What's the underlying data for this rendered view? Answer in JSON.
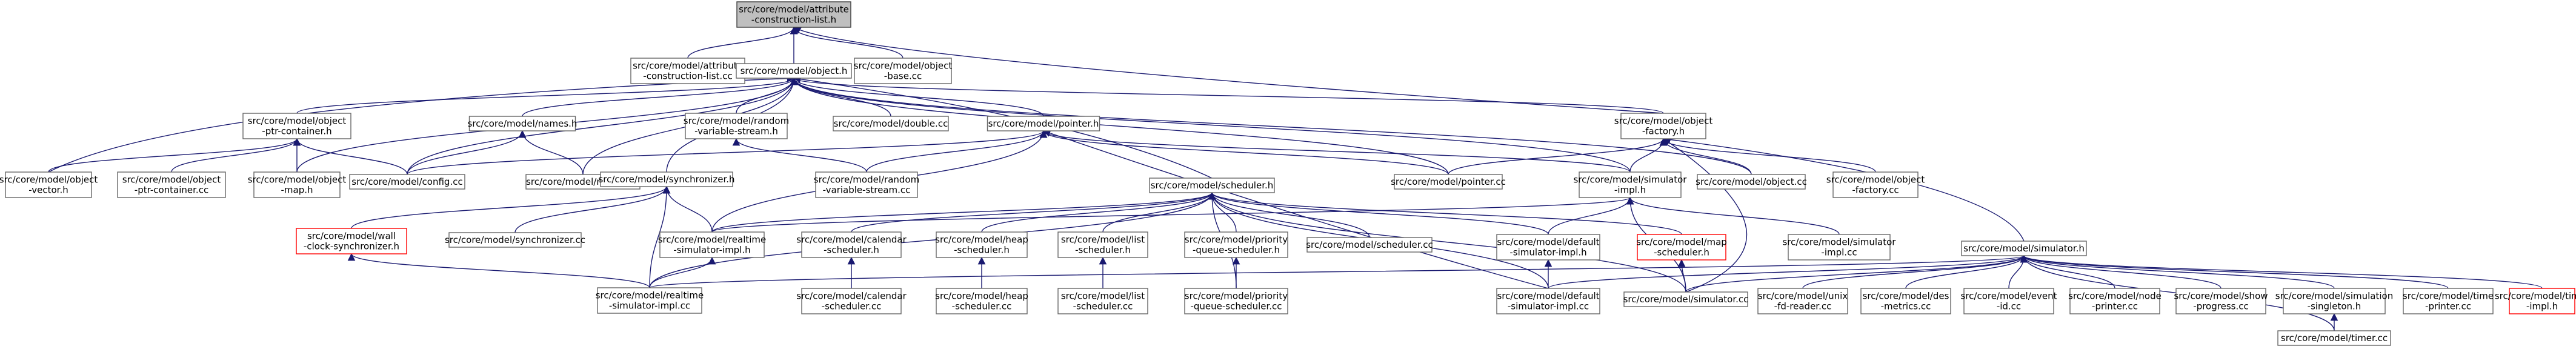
{
  "graph": {
    "colors": {
      "edge": "#191970",
      "root_fill": "#bfbfbf",
      "node_border": "#666666",
      "missing_border": "#ff0000"
    },
    "nodes": [
      {
        "id": "root",
        "lines": [
          "src/core/model/attribute",
          "-construction-list.h"
        ],
        "style": "root"
      },
      {
        "id": "acl_cc",
        "lines": [
          "src/core/model/attribute",
          "-construction-list.cc"
        ]
      },
      {
        "id": "object_h",
        "lines": [
          "src/core/model/object.h"
        ]
      },
      {
        "id": "object_base_cc",
        "lines": [
          "src/core/model/object",
          "-base.cc"
        ]
      },
      {
        "id": "ptr_container_h",
        "lines": [
          "src/core/model/object",
          "-ptr-container.h"
        ]
      },
      {
        "id": "names_h",
        "lines": [
          "src/core/model/names.h"
        ]
      },
      {
        "id": "random_h",
        "lines": [
          "src/core/model/random",
          "-variable-stream.h"
        ]
      },
      {
        "id": "double_cc",
        "lines": [
          "src/core/model/double.cc"
        ]
      },
      {
        "id": "pointer_h",
        "lines": [
          "src/core/model/pointer.h"
        ]
      },
      {
        "id": "factory_h",
        "lines": [
          "src/core/model/object",
          "-factory.h"
        ]
      },
      {
        "id": "vector_h",
        "lines": [
          "src/core/model/object",
          "-vector.h"
        ]
      },
      {
        "id": "ptr_container_cc",
        "lines": [
          "src/core/model/object",
          "-ptr-container.cc"
        ]
      },
      {
        "id": "map_h",
        "lines": [
          "src/core/model/object",
          "-map.h"
        ]
      },
      {
        "id": "config_cc",
        "lines": [
          "src/core/model/config.cc"
        ]
      },
      {
        "id": "names_cc",
        "lines": [
          "src/core/model/names.cc"
        ]
      },
      {
        "id": "random_cc",
        "lines": [
          "src/core/model/random",
          "-variable-stream.cc"
        ]
      },
      {
        "id": "pointer_cc",
        "lines": [
          "src/core/model/pointer.cc"
        ]
      },
      {
        "id": "simimpl_h",
        "lines": [
          "src/core/model/simulator",
          "-impl.h"
        ]
      },
      {
        "id": "object_cc",
        "lines": [
          "src/core/model/object.cc"
        ]
      },
      {
        "id": "factory_cc",
        "lines": [
          "src/core/model/object",
          "-factory.cc"
        ]
      },
      {
        "id": "sync_h",
        "lines": [
          "src/core/model/synchronizer.h"
        ]
      },
      {
        "id": "scheduler_h",
        "lines": [
          "src/core/model/scheduler.h"
        ]
      },
      {
        "id": "wall_h",
        "lines": [
          "src/core/model/wall",
          "-clock-synchronizer.h"
        ],
        "style": "red"
      },
      {
        "id": "sync_cc",
        "lines": [
          "src/core/model/synchronizer.cc"
        ]
      },
      {
        "id": "rt_h",
        "lines": [
          "src/core/model/realtime",
          "-simulator-impl.h"
        ]
      },
      {
        "id": "cal_h",
        "lines": [
          "src/core/model/calendar",
          "-scheduler.h"
        ]
      },
      {
        "id": "heap_h",
        "lines": [
          "src/core/model/heap",
          "-scheduler.h"
        ]
      },
      {
        "id": "list_h",
        "lines": [
          "src/core/model/list",
          "-scheduler.h"
        ]
      },
      {
        "id": "pq_h",
        "lines": [
          "src/core/model/priority",
          "-queue-scheduler.h"
        ]
      },
      {
        "id": "scheduler_cc",
        "lines": [
          "src/core/model/scheduler.cc"
        ]
      },
      {
        "id": "default_h",
        "lines": [
          "src/core/model/default",
          "-simulator-impl.h"
        ]
      },
      {
        "id": "mapsched_h",
        "lines": [
          "src/core/model/map",
          "-scheduler.h"
        ],
        "style": "red"
      },
      {
        "id": "simimpl_cc",
        "lines": [
          "src/core/model/simulator",
          "-impl.cc"
        ]
      },
      {
        "id": "simulator_h",
        "lines": [
          "src/core/model/simulator.h"
        ]
      },
      {
        "id": "rt_cc",
        "lines": [
          "src/core/model/realtime",
          "-simulator-impl.cc"
        ]
      },
      {
        "id": "cal_cc",
        "lines": [
          "src/core/model/calendar",
          "-scheduler.cc"
        ]
      },
      {
        "id": "heap_cc",
        "lines": [
          "src/core/model/heap",
          "-scheduler.cc"
        ]
      },
      {
        "id": "list_cc",
        "lines": [
          "src/core/model/list",
          "-scheduler.cc"
        ]
      },
      {
        "id": "pq_cc",
        "lines": [
          "src/core/model/priority",
          "-queue-scheduler.cc"
        ]
      },
      {
        "id": "default_cc",
        "lines": [
          "src/core/model/default",
          "-simulator-impl.cc"
        ]
      },
      {
        "id": "simulator_cc",
        "lines": [
          "src/core/model/simulator.cc"
        ]
      },
      {
        "id": "unix_cc",
        "lines": [
          "src/core/model/unix",
          "-fd-reader.cc"
        ]
      },
      {
        "id": "des_cc",
        "lines": [
          "src/core/model/des",
          "-metrics.cc"
        ]
      },
      {
        "id": "event_cc",
        "lines": [
          "src/core/model/event",
          "-id.cc"
        ]
      },
      {
        "id": "nodeprinter_cc",
        "lines": [
          "src/core/model/node",
          "-printer.cc"
        ]
      },
      {
        "id": "show_cc",
        "lines": [
          "src/core/model/show",
          "-progress.cc"
        ]
      },
      {
        "id": "singleton_h",
        "lines": [
          "src/core/model/simulation",
          "-singleton.h"
        ]
      },
      {
        "id": "timeprinter_cc",
        "lines": [
          "src/core/model/time",
          "-printer.cc"
        ]
      },
      {
        "id": "timerimpl_h",
        "lines": [
          "src/core/model/timer",
          "-impl.h"
        ],
        "style": "red"
      },
      {
        "id": "timer_cc",
        "lines": [
          "src/core/model/timer.cc"
        ]
      }
    ],
    "edges": [
      [
        "root",
        "acl_cc"
      ],
      [
        "root",
        "object_h"
      ],
      [
        "root",
        "object_base_cc"
      ],
      [
        "root",
        "factory_h"
      ],
      [
        "object_h",
        "ptr_container_h"
      ],
      [
        "object_h",
        "names_h"
      ],
      [
        "object_h",
        "random_h"
      ],
      [
        "object_h",
        "double_cc"
      ],
      [
        "object_h",
        "pointer_h"
      ],
      [
        "object_h",
        "factory_h"
      ],
      [
        "object_h",
        "vector_h"
      ],
      [
        "object_h",
        "map_h"
      ],
      [
        "object_h",
        "config_cc"
      ],
      [
        "object_h",
        "names_cc"
      ],
      [
        "object_h",
        "sync_h"
      ],
      [
        "object_h",
        "scheduler_h"
      ],
      [
        "object_h",
        "object_cc"
      ],
      [
        "object_h",
        "pointer_cc"
      ],
      [
        "object_h",
        "simimpl_h"
      ],
      [
        "ptr_container_h",
        "vector_h"
      ],
      [
        "ptr_container_h",
        "ptr_container_cc"
      ],
      [
        "ptr_container_h",
        "map_h"
      ],
      [
        "ptr_container_h",
        "config_cc"
      ],
      [
        "names_h",
        "config_cc"
      ],
      [
        "names_h",
        "names_cc"
      ],
      [
        "random_h",
        "random_cc"
      ],
      [
        "pointer_h",
        "config_cc"
      ],
      [
        "pointer_h",
        "random_cc"
      ],
      [
        "pointer_h",
        "pointer_cc"
      ],
      [
        "pointer_h",
        "rt_h"
      ],
      [
        "pointer_h",
        "default_cc"
      ],
      [
        "pointer_h",
        "simimpl_h"
      ],
      [
        "factory_h",
        "pointer_cc"
      ],
      [
        "factory_h",
        "simimpl_h"
      ],
      [
        "factory_h",
        "object_cc"
      ],
      [
        "factory_h",
        "factory_cc"
      ],
      [
        "factory_h",
        "simulator_h"
      ],
      [
        "factory_h",
        "simulator_cc"
      ],
      [
        "simimpl_h",
        "default_h"
      ],
      [
        "simimpl_h",
        "rt_h"
      ],
      [
        "simimpl_h",
        "simimpl_cc"
      ],
      [
        "simimpl_h",
        "simulator_cc"
      ],
      [
        "sync_h",
        "wall_h"
      ],
      [
        "sync_h",
        "sync_cc"
      ],
      [
        "sync_h",
        "rt_h"
      ],
      [
        "sync_h",
        "rt_cc"
      ],
      [
        "scheduler_h",
        "rt_h"
      ],
      [
        "scheduler_h",
        "cal_h"
      ],
      [
        "scheduler_h",
        "heap_h"
      ],
      [
        "scheduler_h",
        "list_h"
      ],
      [
        "scheduler_h",
        "pq_h"
      ],
      [
        "scheduler_h",
        "scheduler_cc"
      ],
      [
        "scheduler_h",
        "default_h"
      ],
      [
        "scheduler_h",
        "mapsched_h"
      ],
      [
        "scheduler_h",
        "simulator_cc"
      ],
      [
        "scheduler_h",
        "rt_cc"
      ],
      [
        "scheduler_h",
        "default_cc"
      ],
      [
        "scheduler_h",
        "pq_cc"
      ],
      [
        "wall_h",
        "rt_cc"
      ],
      [
        "rt_h",
        "rt_cc"
      ],
      [
        "cal_h",
        "cal_cc"
      ],
      [
        "heap_h",
        "heap_cc"
      ],
      [
        "list_h",
        "list_cc"
      ],
      [
        "pq_h",
        "pq_cc"
      ],
      [
        "default_h",
        "default_cc"
      ],
      [
        "mapsched_h",
        "simulator_cc"
      ],
      [
        "simulator_h",
        "rt_cc"
      ],
      [
        "simulator_h",
        "default_cc"
      ],
      [
        "simulator_h",
        "simulator_cc"
      ],
      [
        "simulator_h",
        "unix_cc"
      ],
      [
        "simulator_h",
        "des_cc"
      ],
      [
        "simulator_h",
        "event_cc"
      ],
      [
        "simulator_h",
        "nodeprinter_cc"
      ],
      [
        "simulator_h",
        "show_cc"
      ],
      [
        "simulator_h",
        "singleton_h"
      ],
      [
        "simulator_h",
        "timeprinter_cc"
      ],
      [
        "simulator_h",
        "timerimpl_h"
      ],
      [
        "simulator_h",
        "timer_cc"
      ],
      [
        "singleton_h",
        "timer_cc"
      ]
    ]
  }
}
